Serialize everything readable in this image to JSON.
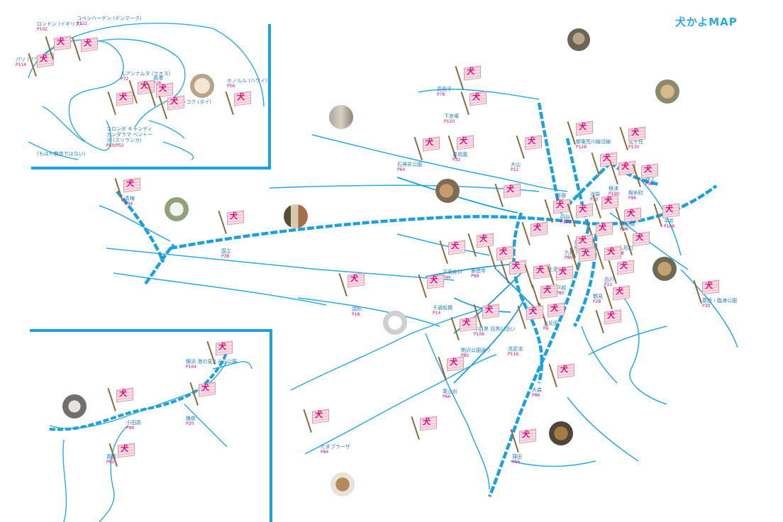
{
  "map_title": "犬かよMAP",
  "colors": {
    "water": "#29abe2",
    "rail": "#1ba0e0",
    "label": "#1e7fc2",
    "page": "#e4007f",
    "flag": "#f7c4cf"
  },
  "flag_glyph": "犬",
  "world_inset": {
    "note": "(もはや散歩ではない)",
    "places": [
      {
        "name": "パリ (フランス)",
        "page": "P114"
      },
      {
        "name": "ロンドン (イギリス)",
        "page": "P102"
      },
      {
        "name": "コペンハーゲン (デンマーク)",
        "page": "P122"
      },
      {
        "name": "ルアンナムタ (ラオス)",
        "page": "P72"
      },
      {
        "name": "香港",
        "page": "P26"
      },
      {
        "name": "バンコク (タイ)",
        "page": ""
      },
      {
        "name": "ホノルル (ハワイ)",
        "page": "P56"
      },
      {
        "name": "コロンボ キャンディ カンダラマ ベントータ (スリランカ)",
        "page": "P50/P52"
      }
    ]
  },
  "south_inset": {
    "places": [
      {
        "name": "小田原",
        "page": "P94"
      },
      {
        "name": "鎌倉",
        "page": "P20"
      },
      {
        "name": "横浜 港の見える丘公園",
        "page": "P104"
      },
      {
        "name": "真鶴",
        "page": "P62"
      }
    ]
  },
  "tokyo_places": [
    {
      "name": "高島平",
      "page": "P78"
    },
    {
      "name": "下赤塚",
      "page": "P120"
    },
    {
      "name": "石神井公園",
      "page": "P64"
    },
    {
      "name": "豊島園",
      "page": "P32"
    },
    {
      "name": "大山",
      "page": "P12"
    },
    {
      "name": "都電荒川線沿線",
      "page": "P128"
    },
    {
      "name": "北千住",
      "page": "P130"
    },
    {
      "name": "青梅",
      "page": "P34"
    },
    {
      "name": "国立",
      "page": "P38"
    },
    {
      "name": "調布",
      "page": "P18"
    },
    {
      "name": "下高井戸",
      "page": "P44"
    },
    {
      "name": "千歳船橋",
      "page": "P14"
    },
    {
      "name": "豪徳寺",
      "page": "P98"
    },
    {
      "name": "駒沢公園通り",
      "page": "P82"
    },
    {
      "name": "中目黒 目黒川沿い",
      "page": "P106"
    },
    {
      "name": "洗足池",
      "page": "P116"
    },
    {
      "name": "尾山台",
      "page": "P66"
    },
    {
      "name": "たまプラーザ",
      "page": "P84"
    },
    {
      "name": "蒲田",
      "page": "P56"
    },
    {
      "name": "大森",
      "page": "P86"
    },
    {
      "name": "五反田",
      "page": "P6"
    },
    {
      "name": "品川",
      "page": "P22"
    },
    {
      "name": "人形町",
      "page": "P8"
    },
    {
      "name": "浅草橋",
      "page": "P48"
    },
    {
      "name": "錦糸町",
      "page": "P96"
    },
    {
      "name": "平井",
      "page": "P108"
    },
    {
      "name": "葛西・臨海公園",
      "page": "P30"
    },
    {
      "name": "根津",
      "page": "P100"
    },
    {
      "name": "押上",
      "page": "P92"
    },
    {
      "name": "神田",
      "page": "P76"
    },
    {
      "name": "九段下",
      "page": "P80"
    },
    {
      "name": "四谷",
      "page": "P126"
    },
    {
      "name": "代々木上原",
      "page": "P16"
    },
    {
      "name": "新宿",
      "page": "P40"
    },
    {
      "name": "池袋",
      "page": "P10"
    },
    {
      "name": "戸越",
      "page": "P80"
    },
    {
      "name": "鶴見",
      "page": "P28"
    }
  ]
}
